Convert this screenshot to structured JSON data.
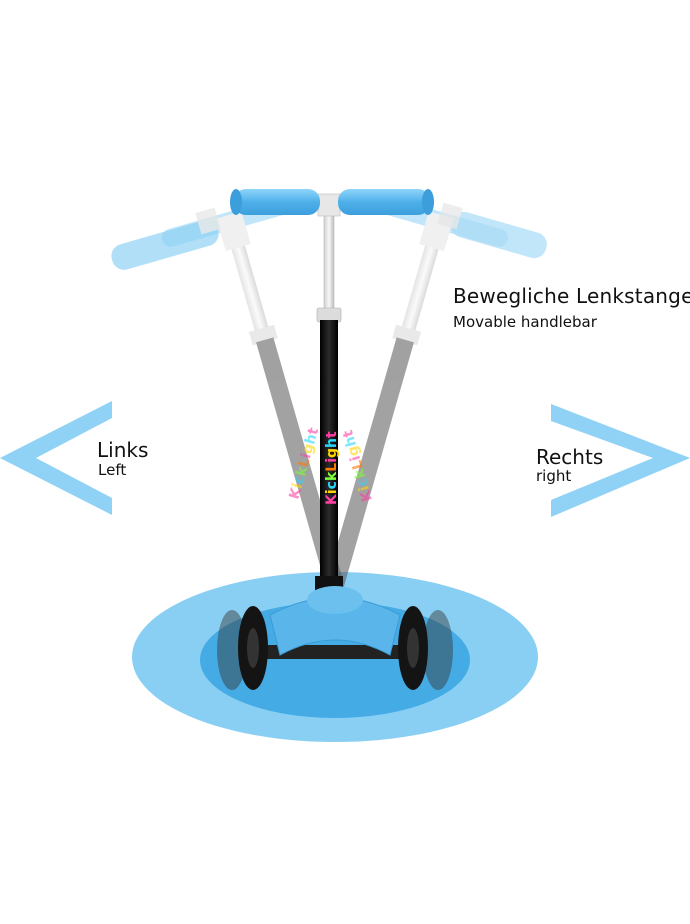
{
  "labels": {
    "handlebar_de": "Bewegliche Lenkstange",
    "handlebar_en": "Movable handlebar",
    "left_de": "Links",
    "left_en": "Left",
    "right_de": "Rechts",
    "right_en": "right"
  },
  "brand": {
    "text": "KickLight",
    "letter_colors": [
      "#ff3fa4",
      "#ffd400",
      "#28d7ff",
      "#7cff3a",
      "#ff7a00",
      "#ff3fa4",
      "#ffd400",
      "#28d7ff",
      "#ff3fa4"
    ]
  },
  "colors": {
    "accent_blue": "#5bb8ec",
    "light_blue": "#8fd2f5",
    "pale_blue": "#bfe5fa",
    "stem_dark": "#1b1b1b",
    "stem_grey": "#8a8a8a"
  },
  "icons": {
    "left_arrow": "chevron-left-icon",
    "right_arrow": "chevron-right-icon"
  }
}
